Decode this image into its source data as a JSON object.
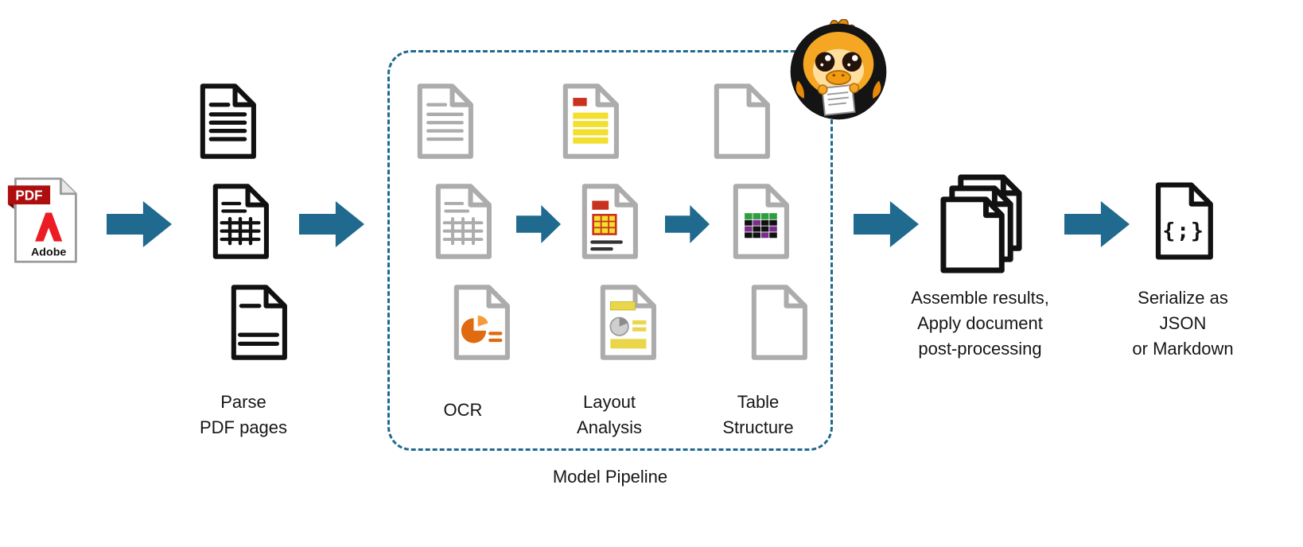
{
  "colors": {
    "arrow": "#20698F",
    "pipeline_border": "#20698F",
    "ink": "#161616",
    "doc_black": "#111111",
    "doc_gray": "#ACACAC"
  },
  "diagram": {
    "input": {
      "pdf_badge": "PDF",
      "brand": "Adobe"
    },
    "parse": {
      "label": "Parse\nPDF pages"
    },
    "pipeline": {
      "label": "Model Pipeline",
      "stages": [
        {
          "id": "ocr",
          "label": "OCR"
        },
        {
          "id": "layout-analysis",
          "label": "Layout\nAnalysis"
        },
        {
          "id": "table-structure",
          "label": "Table\nStructure"
        }
      ]
    },
    "assemble": {
      "label": "Assemble results,\nApply document\npost-processing"
    },
    "serialize": {
      "label": "Serialize as\nJSON\nor Markdown",
      "glyph": "{;}"
    }
  },
  "icons": {
    "input": "adobe-pdf-file",
    "flow_arrow": "block-arrow-right",
    "parse_docs": [
      "text-document",
      "table-document",
      "report-document"
    ],
    "ocr_docs": [
      "text-document-gray",
      "table-document-gray",
      "pie-chart-document"
    ],
    "layout_docs": [
      "highlighted-text-document",
      "layout-blocks-document",
      "chart-report-document"
    ],
    "table_docs": [
      "blank-document",
      "recognized-table-document",
      "blank-document"
    ],
    "mascot": "docling-duck",
    "assemble": "stacked-pages",
    "serialize": "json-braces-document"
  }
}
